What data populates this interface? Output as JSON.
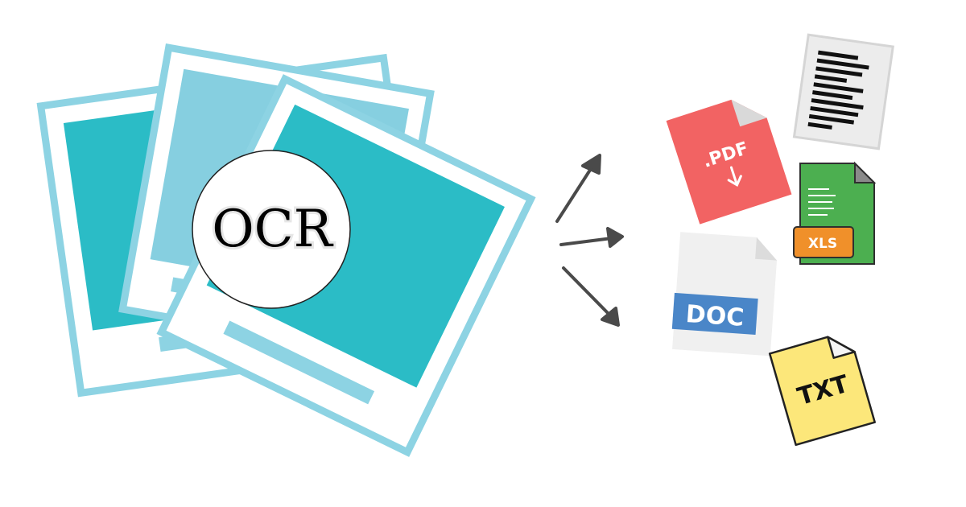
{
  "center": {
    "label": "OCR"
  },
  "outputs": {
    "pdf": {
      "label": ".PDF"
    },
    "xls": {
      "label": "XLS"
    },
    "doc": {
      "label": "DOC"
    },
    "txt": {
      "label": "TXT"
    }
  },
  "colors": {
    "frame": "#8dd3e3",
    "photo_dark": "#2bbcc6",
    "photo_light": "#86cfe0",
    "arrow": "#4a4a4a",
    "pdf": "#f26363",
    "xls": "#4caf50",
    "xls_tag": "#f0902a",
    "doc": "#4a86c8",
    "txt": "#fce77a"
  }
}
